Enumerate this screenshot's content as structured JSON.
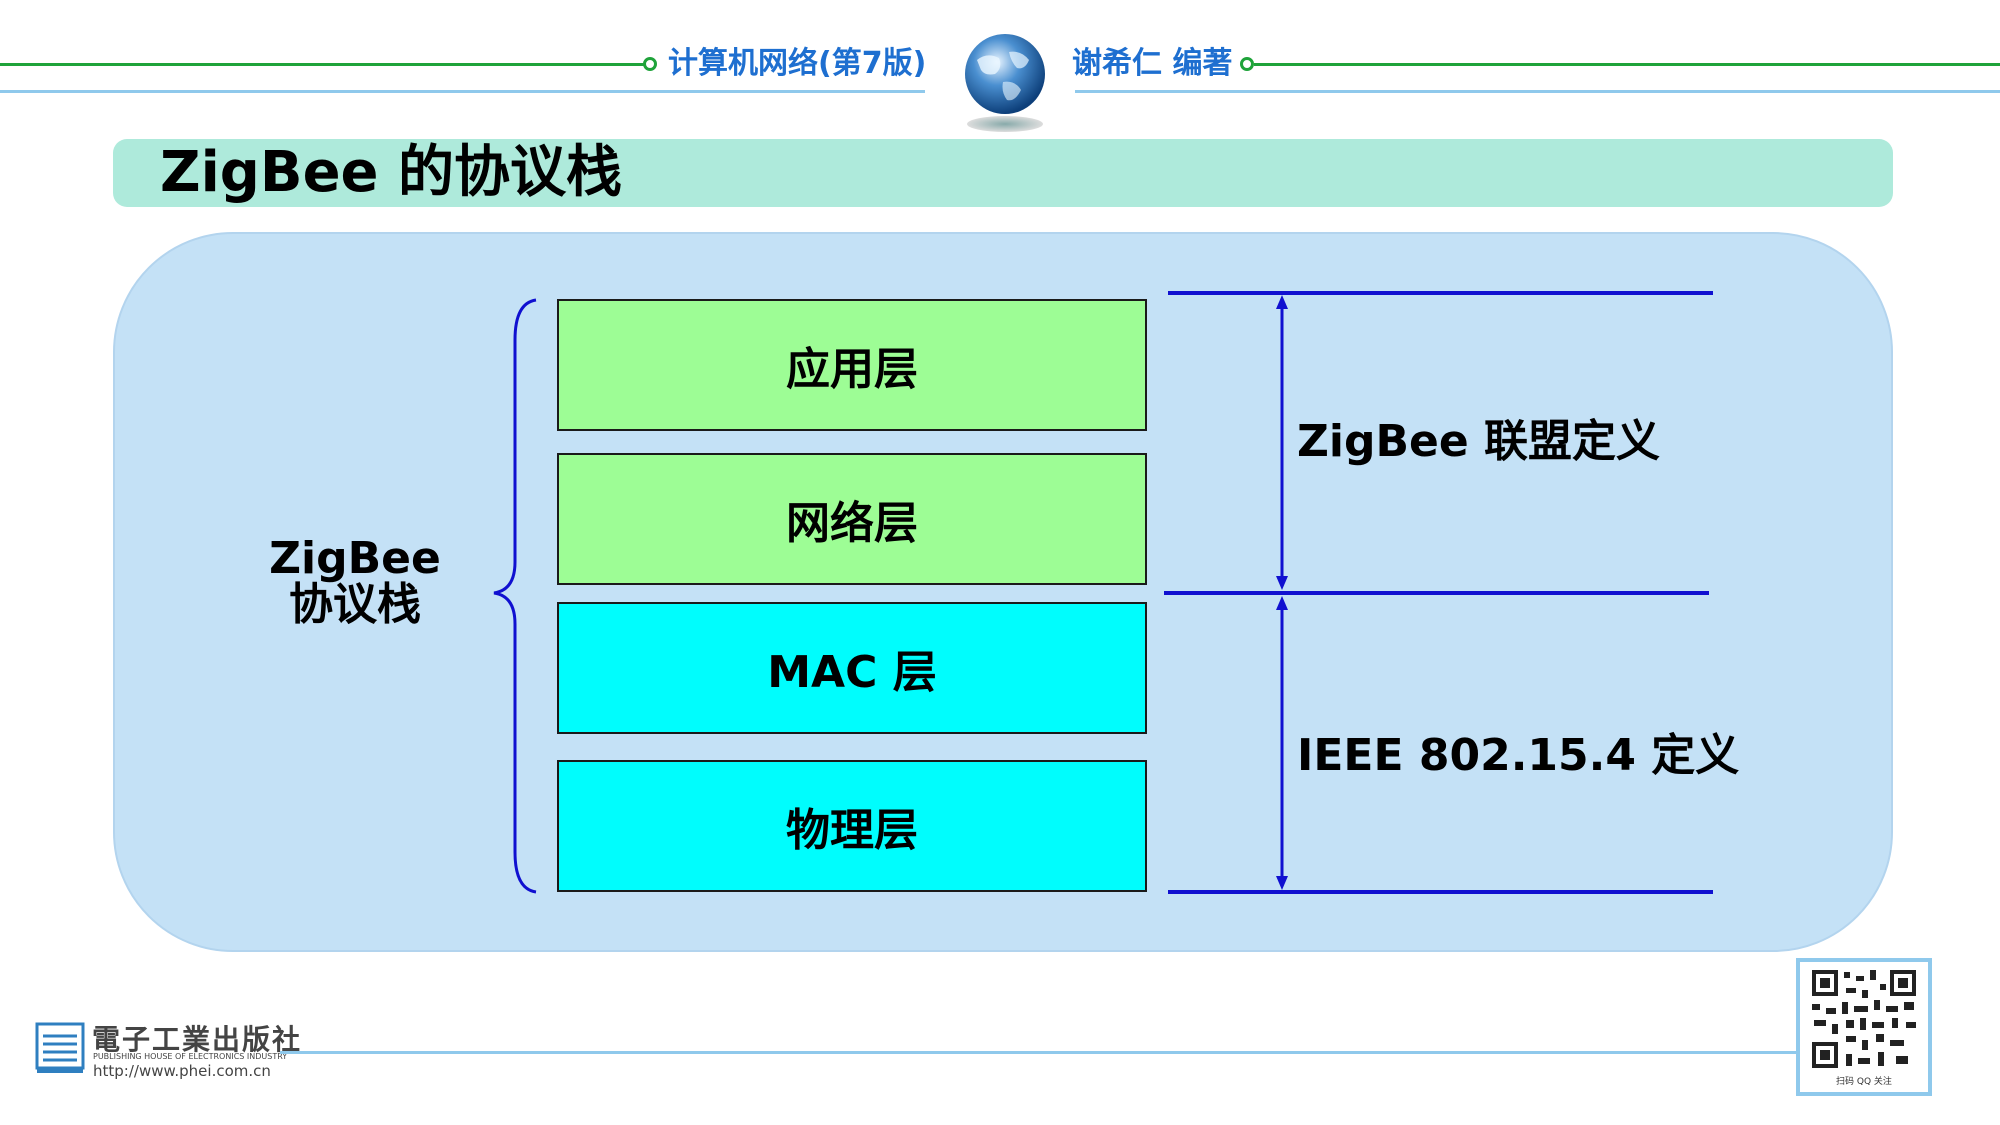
{
  "header": {
    "book_title": "计算机网络(第7版)",
    "author": "谢希仁 编著"
  },
  "slide": {
    "title": "ZigBee 的协议栈"
  },
  "diagram": {
    "stack_label": "ZigBee\n协议栈",
    "layers": [
      {
        "label": "应用层",
        "color": "#9dfd95"
      },
      {
        "label": "网络层",
        "color": "#9dfd95"
      },
      {
        "label": "MAC 层",
        "color": "#00fdfd"
      },
      {
        "label": "物理层",
        "color": "#00fdfd"
      }
    ],
    "upper_definition": "ZigBee 联盟定义",
    "lower_definition": "IEEE 802.15.4 定义",
    "line_color": "#1010d0"
  },
  "footer": {
    "publisher_cn": "電子工業出版社",
    "publisher_en": "PUBLISHING HOUSE OF ELECTRONICS INDUSTRY",
    "url": "http://www.phei.com.cn",
    "qr_caption": "扫码 QQ 关注"
  },
  "colors": {
    "header_text": "#1e6fd0",
    "header_green": "#1fa33a",
    "header_blue": "#8fc9ec",
    "title_bar": "#aeeadb",
    "panel": "#c4e1f6"
  }
}
